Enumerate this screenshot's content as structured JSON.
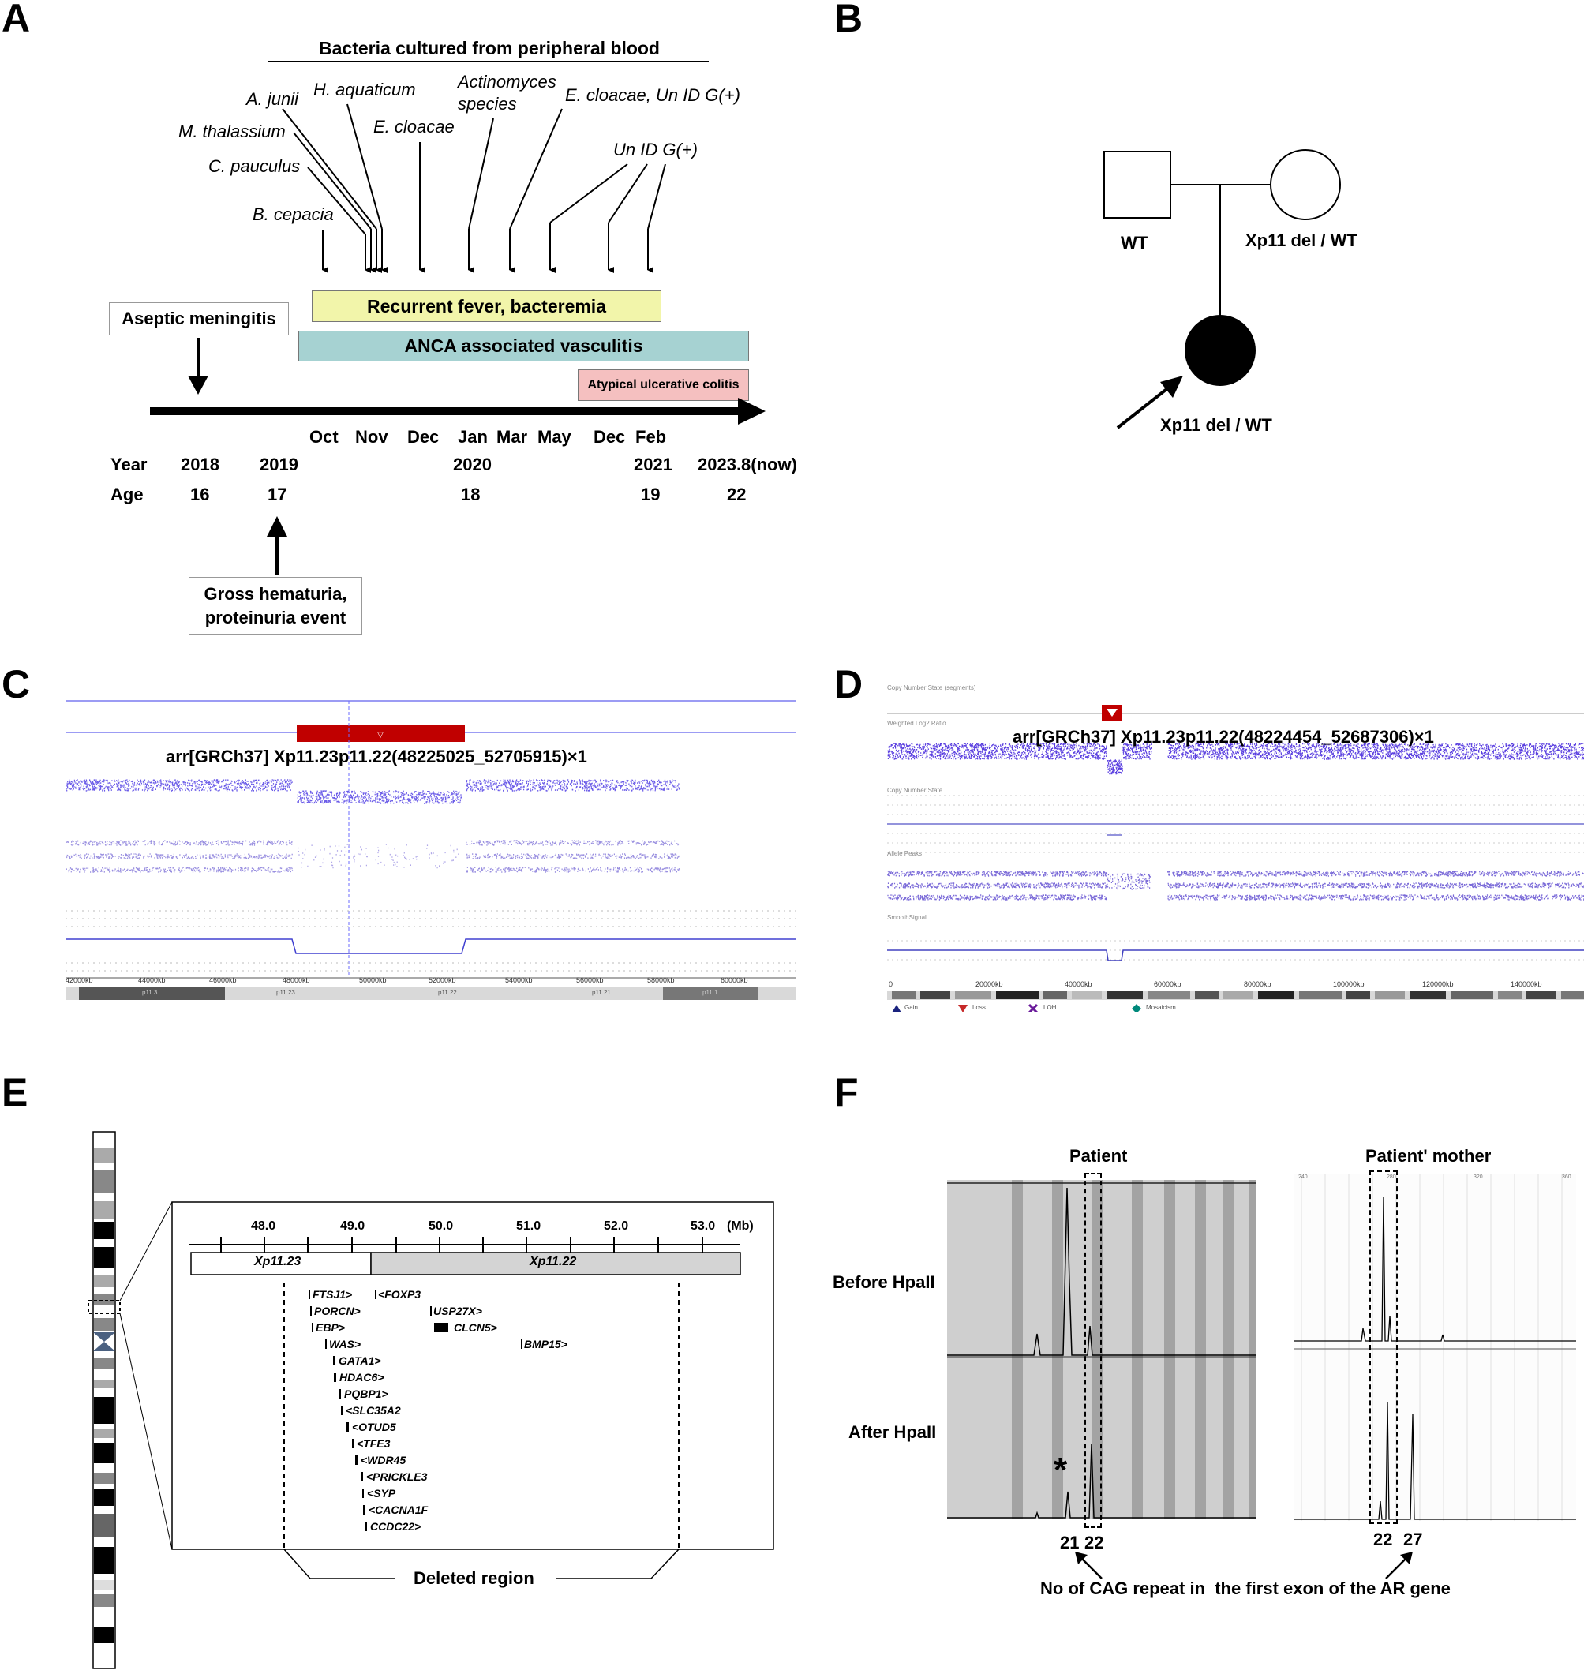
{
  "panels": {
    "A": "A",
    "B": "B",
    "C": "C",
    "D": "D",
    "E": "E",
    "F": "F"
  },
  "timeline": {
    "header": "Bacteria cultured from peripheral blood",
    "bacteria": [
      "A. junii",
      "H. aquaticum",
      "Actinomyces species",
      "E. cloacae, Un ID G(+)",
      "M. thalassium",
      "E. cloacae",
      "Un ID G(+)",
      "C. pauculus",
      "B. cepacia"
    ],
    "bars": {
      "fever": "Recurrent fever, bacteremia",
      "anca": "ANCA associated vasculitis",
      "colitis": "Atypical ulcerative colitis"
    },
    "aseptic": "Aseptic meningitis",
    "hematuria": [
      "Gross hematuria,",
      "proteinuria event"
    ],
    "months": [
      "Oct",
      "Nov",
      "Dec",
      "Jan",
      "Mar",
      "May",
      "Dec",
      "Feb"
    ],
    "year_label": "Year",
    "age_label": "Age",
    "years": [
      "2018",
      "2019",
      "2020",
      "2021",
      "2023.8(now)"
    ],
    "ages": [
      "16",
      "17",
      "18",
      "19",
      "22"
    ],
    "colors": {
      "fever": "#f2f5aa",
      "anca": "#a6d2d2",
      "colitis": "#f5c0c0"
    }
  },
  "pedigree": {
    "father": "WT",
    "mother": "Xp11 del / WT",
    "patient": "Xp11 del / WT"
  },
  "panel_c": {
    "annotation": "arr[GRCh37] Xp11.23p11.22(48225025_52705915)×1",
    "axis_ticks": [
      "42000kb",
      "44000kb",
      "46000kb",
      "48000kb",
      "50000kb",
      "52000kb",
      "54000kb",
      "56000kb",
      "58000kb",
      "60000kb"
    ],
    "bands": [
      "p11.3",
      "p11.23",
      "p11.22",
      "p11.21",
      "p11.1"
    ]
  },
  "panel_d": {
    "annotation": "arr[GRCh37] Xp11.23p11.22(48224454_52687306)×1",
    "track_labels": [
      "Copy Number State (segments)",
      "Weighted Log2 Ratio",
      "Copy Number State",
      "Allele Peaks",
      "SmoothSignal"
    ],
    "axis_ticks": [
      "0",
      "20000kb",
      "40000kb",
      "60000kb",
      "80000kb",
      "100000kb",
      "120000kb",
      "140000kb"
    ],
    "legend": [
      "Gain",
      "Loss",
      "LOH",
      "Mosaicism"
    ]
  },
  "panel_e": {
    "scale": [
      "48.0",
      "49.0",
      "50.0",
      "51.0",
      "52.0",
      "53.0"
    ],
    "unit": "(Mb)",
    "band_left": "Xp11.23",
    "band_right": "Xp11.22",
    "genes": [
      "FTSJ1>",
      "PORCN>",
      "EBP>",
      "WAS>",
      "GATA1>",
      "HDAC6>",
      "PQBP1>",
      "<SLC35A2",
      "<OTUD5",
      "<TFE3",
      "<WDR45",
      "<PRICKLE3",
      "<SYP",
      "<CACNA1F",
      "CCDC22>",
      "<FOXP3",
      "USP27X>",
      "CLCN5>",
      "BMP15>"
    ],
    "deleted": "Deleted region"
  },
  "panel_f": {
    "patient_title": "Patient",
    "mother_title": "Patient' mother",
    "before": "Before HpaII",
    "after": "After HpaII",
    "star": "*",
    "patient_peaks": [
      "21",
      "22"
    ],
    "mother_peaks": [
      "22",
      "27"
    ],
    "note": "No of CAG repeat in  the first exon of the AR gene",
    "mother_ticks": [
      "240",
      "280",
      "320",
      "360"
    ]
  }
}
